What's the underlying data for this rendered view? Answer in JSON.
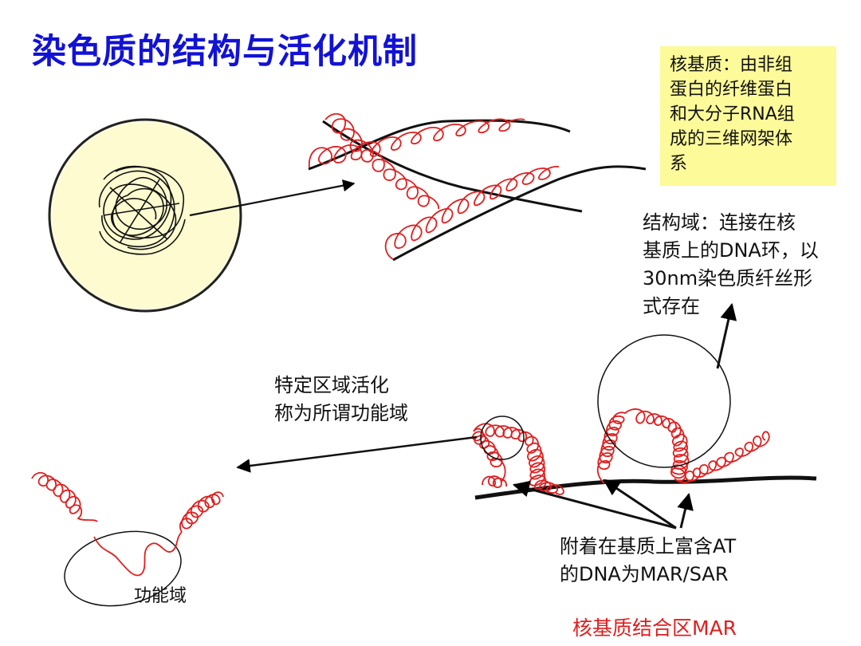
{
  "slide": {
    "title": "染色质的结构与活化机制",
    "colors": {
      "title": "#1212d6",
      "note_background": "#fdfa99",
      "nucleus_fill": "#fdfbcf",
      "chromatin_fiber": "#e01e1e",
      "caption_red": "#e01e1e"
    }
  },
  "labels": {
    "nuclear_matrix_note": [
      "核基质：由非组",
      "蛋白的纤维蛋白",
      "和大分子RNA组",
      "成的三维网架体",
      "系"
    ],
    "structural_domain": [
      "结构域：连接在核",
      "基质上的DNA环，以",
      "30nm染色质纤丝形",
      "式存在"
    ],
    "activation": [
      "特定区域活化",
      "称为所谓功能域"
    ],
    "mar_sar": [
      "附着在基质上富含AT",
      "的DNA为MAR/SAR"
    ],
    "functional_domain": "功能域",
    "matrix_attachment_region": "核基质结合区MAR"
  },
  "diagram": {
    "elements": [
      {
        "name": "nucleus",
        "shape": "circle-with-tangled-chromatin"
      },
      {
        "name": "nuclear-matrix-fibers",
        "shape": "three-black-lines-with-red-coiled-fibers"
      },
      {
        "name": "dna-loops-on-matrix",
        "shape": "red-coiled-loops-anchored-to-black-line"
      },
      {
        "name": "activated-functional-domain",
        "shape": "two-coils-with-relaxed-segment-in-ellipse"
      }
    ],
    "arrows": [
      {
        "from": "nucleus",
        "to": "nuclear-matrix-fibers"
      },
      {
        "from": "dna-loops-on-matrix",
        "to": "activated-functional-domain"
      },
      {
        "from": "big-loop-circle",
        "to": "structural-domain-label"
      },
      {
        "from": "mar-label",
        "to": "attachment-points",
        "count": 3
      }
    ]
  }
}
